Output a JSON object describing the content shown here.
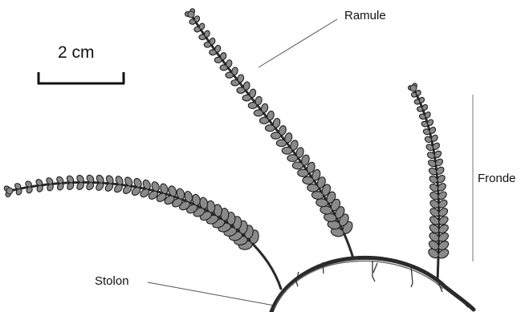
{
  "figure": {
    "scale_bar": {
      "label": "2 cm"
    },
    "labels": {
      "ramule": "Ramule",
      "fronde": "Fronde",
      "stolon": "Stolon"
    },
    "colors": {
      "plant": "#2a2a2a",
      "leaf_fill": "#8a8a8a",
      "leaf_edge": "#1e1e1e",
      "leader_line": "#555555",
      "text": "#111111"
    }
  }
}
